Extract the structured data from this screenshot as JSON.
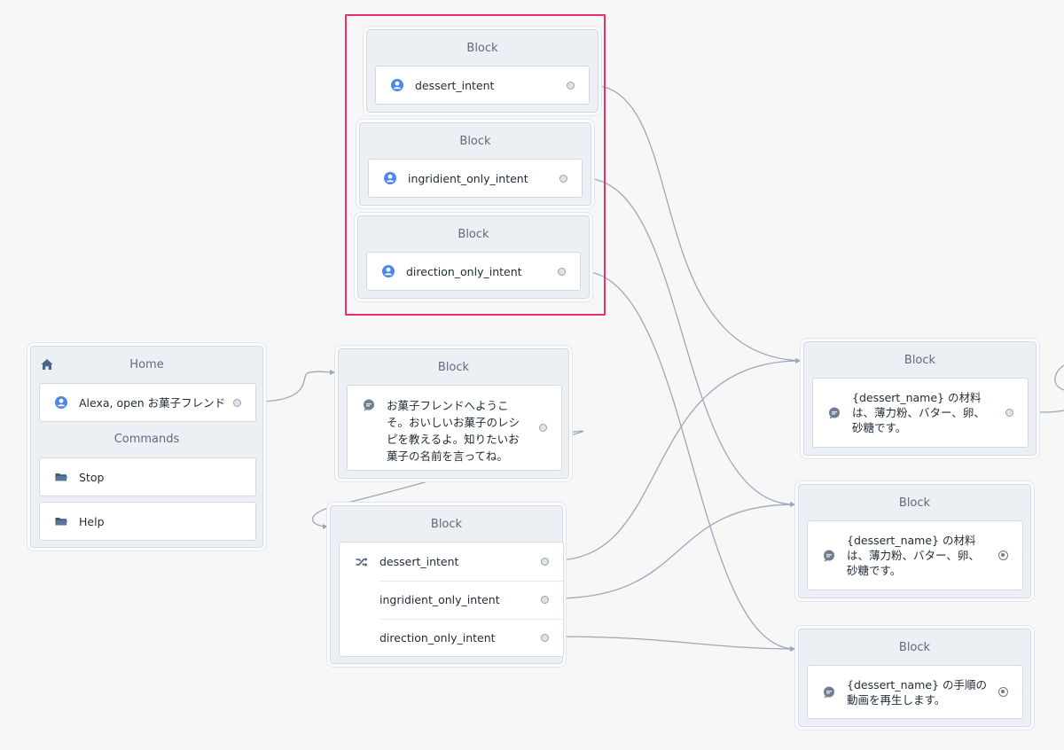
{
  "colors": {
    "accent": "#ee2d6b",
    "wire": "#9aa8b8",
    "user_icon": "#4f86e8"
  },
  "intent_blocks": [
    {
      "title": "Block",
      "step": {
        "label": "dessert_intent",
        "icon": "user-icon"
      }
    },
    {
      "title": "Block",
      "step": {
        "label": "ingridient_only_intent",
        "icon": "user-icon"
      }
    },
    {
      "title": "Block",
      "step": {
        "label": "direction_only_intent",
        "icon": "user-icon"
      }
    }
  ],
  "home_block": {
    "title": "Home",
    "launch_step": {
      "label": "Alexa, open お菓子フレンド",
      "icon": "user-icon"
    },
    "commands_title": "Commands",
    "commands": [
      {
        "label": "Stop",
        "icon": "folder-icon"
      },
      {
        "label": "Help",
        "icon": "folder-icon"
      }
    ]
  },
  "welcome_block": {
    "title": "Block",
    "speak": {
      "label": "お菓子フレンドへようこそ。おいしいお菓子のレシピを教えるよ。知りたいお菓子の名前を言ってね。",
      "icon": "speak-icon"
    }
  },
  "choice_block": {
    "title": "Block",
    "choices": [
      {
        "label": "dessert_intent",
        "icon": "choice-icon"
      },
      {
        "label": "ingridient_only_intent"
      },
      {
        "label": "direction_only_intent"
      }
    ]
  },
  "response_blocks": [
    {
      "title": "Block",
      "speak": {
        "label": "{dessert_name} の材料は、薄力粉、バター、卵、砂糖です。",
        "icon": "speak-icon"
      }
    },
    {
      "title": "Block",
      "speak": {
        "label": "{dessert_name} の材料は、薄力粉、バター、卵、砂糖です。",
        "icon": "speak-icon"
      }
    },
    {
      "title": "Block",
      "speak": {
        "label": "{dessert_name} の手順の動画を再生します。",
        "icon": "speak-icon"
      }
    }
  ]
}
